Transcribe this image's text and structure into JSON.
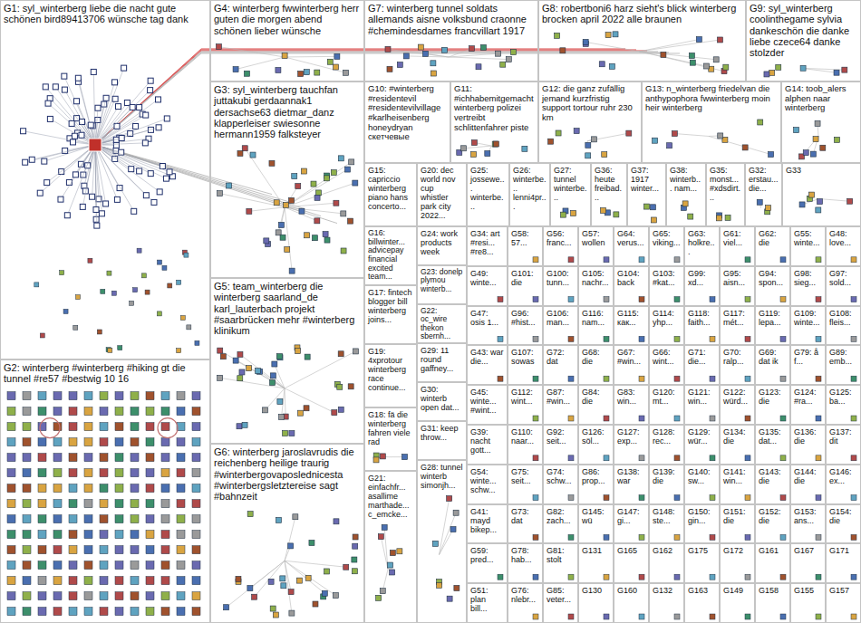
{
  "diagram": {
    "nodes": [
      {
        "text": [
          "G1: syl_winterberg liebe die nacht gute schönen bird89413706 wünsche tag dank"
        ]
      },
      {
        "text": [
          "G4: winterberg fwwinterberg herr guten die morgen abend schönen lieber wünsche"
        ]
      },
      {
        "text": [
          "G7: winterberg tunnel soldats allemands aisne volksbund craonne #chemindesdames francvillart 1917"
        ]
      },
      {
        "text": [
          "G8: robertboni6 harz sieht's blick winterberg brocken april 2022 alle braunen"
        ]
      },
      {
        "text": [
          "G9: syl_winterberg coolinthegame sylvia dankeschön die danke liebe czece64 danke stolzder"
        ]
      },
      {
        "text": [
          "G3: syl_winterberg tauchfan juttakubi gerdaannak1 dersachse63 dietmar_danz klapperleiser swiesonne hermann1959 falksteyer"
        ]
      },
      {
        "text": [
          "G10: #winterberg #residentevil #residentevilvillage #karlheisenberg honeydryan скетчевые"
        ]
      },
      {
        "text": [
          "G11: #ichhabemitgemacht winterberg polizei vertreibt schlittenfahrer piste"
        ]
      },
      {
        "text": [
          "G12: die ganz zufällig jemand kurzfristig support tortour ruhr 230 km"
        ]
      },
      {
        "text": [
          "G13: n_winterberg friedelvan die anthypophora fwwinterberg moin heir winterberg"
        ]
      },
      {
        "text": [
          "G14: toob_alers alphen naar winterberg"
        ]
      },
      {
        "text": [
          "G15: capriccio winterberg piano hans concerto..."
        ]
      },
      {
        "text": [
          "G20: dec world nov cup whistler park city 2022..."
        ]
      },
      {
        "text": [
          "G25: jossewe... winterbe..."
        ]
      },
      {
        "text": [
          "G26: winterbe... lenni4pr..."
        ]
      },
      {
        "text": [
          "G27: tunnel winterbe..."
        ]
      },
      {
        "text": [
          "G36: heute freibad..."
        ]
      },
      {
        "text": [
          "G37: 1917 winter..."
        ]
      },
      {
        "text": [
          "G38: winterb... nam..."
        ]
      },
      {
        "text": [
          "G35: monst... #xdsdirt..."
        ]
      },
      {
        "text": [
          "G32: erstau... die..."
        ]
      },
      {
        "text": [
          "G33"
        ]
      },
      {
        "text": [
          "G5: team_winterberg die winterberg saarland_de karl_lauterbach projekt #saarbrücken mehr #winterberg klinikum"
        ]
      },
      {
        "text": [
          "G16: billwinter... advicepay financial excited team..."
        ]
      },
      {
        "text": [
          "G24: work products week"
        ]
      },
      {
        "text": [
          "G17: fintech blogger bill winterberg joins..."
        ]
      },
      {
        "text": [
          "G23: donelp plymou winterb..."
        ]
      },
      {
        "text": [
          "G22: oc_wire thekon sbernh..."
        ]
      },
      {
        "text": [
          "G19: 4xprotour winterberg race continue..."
        ]
      },
      {
        "text": [
          "G29: 11 round gaffney..."
        ]
      },
      {
        "text": [
          "G30: winterb open dat..."
        ]
      },
      {
        "text": [
          "G18: fä die winterberg fahren viele rad"
        ]
      },
      {
        "text": [
          "G31: keep throw..."
        ]
      },
      {
        "text": [
          "G21: einfachfr... asallime marthade... c_emcke..."
        ]
      },
      {
        "text": [
          "G28: tunnel winterb simonjh..."
        ]
      },
      {
        "text": [
          "G2: winterberg #winterberg #hiking gt die tunnel #re57 #bestwig 10 16"
        ]
      },
      {
        "text": [
          "G6: winterberg jaroslavrudis die reichenberg heilige traurig #winterbergovaposlednicesta #winterbergsletztereise sagt #bahnzeit"
        ]
      },
      {
        "text": [
          "G34: art #resi... #re8..."
        ]
      },
      {
        "text": [
          "G58: 57..."
        ]
      },
      {
        "text": [
          "G56: franc..."
        ]
      },
      {
        "text": [
          "G57: wollen"
        ]
      },
      {
        "text": [
          "G64: verus..."
        ]
      },
      {
        "text": [
          "G65: viking..."
        ]
      },
      {
        "text": [
          "G63: holkre..."
        ]
      },
      {
        "text": [
          "G61: viel..."
        ]
      },
      {
        "text": [
          "G62: die"
        ]
      },
      {
        "text": [
          "G55: winte..."
        ]
      },
      {
        "text": [
          "G48: love..."
        ]
      },
      {
        "text": [
          "G49: winte..."
        ]
      },
      {
        "text": [
          "G101: die"
        ]
      },
      {
        "text": [
          "G100: tunn..."
        ]
      },
      {
        "text": [
          "G105: nachr..."
        ]
      },
      {
        "text": [
          "G104: back"
        ]
      },
      {
        "text": [
          "G103: #kat..."
        ]
      },
      {
        "text": [
          "G99: xd..."
        ]
      },
      {
        "text": [
          "G95: aisn..."
        ]
      },
      {
        "text": [
          "G94: spon..."
        ]
      },
      {
        "text": [
          "G98: sieg..."
        ]
      },
      {
        "text": [
          "G97: sold..."
        ]
      },
      {
        "text": [
          "G47: osis 1..."
        ]
      },
      {
        "text": [
          "G96: #hist..."
        ]
      },
      {
        "text": [
          "G106: man..."
        ]
      },
      {
        "text": [
          "G116: nam..."
        ]
      },
      {
        "text": [
          "G115: как..."
        ]
      },
      {
        "text": [
          "G114: yhp..."
        ]
      },
      {
        "text": [
          "G118: faith..."
        ]
      },
      {
        "text": [
          "G117: mét..."
        ]
      },
      {
        "text": [
          "G119: lepa..."
        ]
      },
      {
        "text": [
          "G109: winte..."
        ]
      },
      {
        "text": [
          "G108: fleis..."
        ]
      },
      {
        "text": [
          "G43: war die..."
        ]
      },
      {
        "text": [
          "G107: sowas"
        ]
      },
      {
        "text": [
          "G72: dat"
        ]
      },
      {
        "text": [
          "G68: die"
        ]
      },
      {
        "text": [
          "G67: #win..."
        ]
      },
      {
        "text": [
          "G66: wint..."
        ]
      },
      {
        "text": [
          "G71: die..."
        ]
      },
      {
        "text": [
          "G70: ralp..."
        ]
      },
      {
        "text": [
          "G69: dat ik"
        ]
      },
      {
        "text": [
          "G79: å f..."
        ]
      },
      {
        "text": [
          "G89: emb..."
        ]
      },
      {
        "text": [
          "G45: winte... #wint..."
        ]
      },
      {
        "text": [
          "G112: wint..."
        ]
      },
      {
        "text": [
          "G87: #win..."
        ]
      },
      {
        "text": [
          "G84: die"
        ]
      },
      {
        "text": [
          "G83: win..."
        ]
      },
      {
        "text": [
          "G120: mt..."
        ]
      },
      {
        "text": [
          "G121: win..."
        ]
      },
      {
        "text": [
          "G122: würd..."
        ]
      },
      {
        "text": [
          "G123: die"
        ]
      },
      {
        "text": [
          "G124: #ra..."
        ]
      },
      {
        "text": [
          "G125: ba..."
        ]
      },
      {
        "text": [
          "G39: nacht gott..."
        ]
      },
      {
        "text": [
          "G110: naar..."
        ]
      },
      {
        "text": [
          "G92: seit..."
        ]
      },
      {
        "text": [
          "G126: söl..."
        ]
      },
      {
        "text": [
          "G127: exp..."
        ]
      },
      {
        "text": [
          "G128: rec..."
        ]
      },
      {
        "text": [
          "G129: wür..."
        ]
      },
      {
        "text": [
          "G134: die"
        ]
      },
      {
        "text": [
          "G135: dat..."
        ]
      },
      {
        "text": [
          "G136: die"
        ]
      },
      {
        "text": [
          "G137: dit"
        ]
      },
      {
        "text": [
          "G54: winte... schw..."
        ]
      },
      {
        "text": [
          "G75: seit..."
        ]
      },
      {
        "text": [
          "G74: schw..."
        ]
      },
      {
        "text": [
          "G86: prop..."
        ]
      },
      {
        "text": [
          "G138: war"
        ]
      },
      {
        "text": [
          "G139: die"
        ]
      },
      {
        "text": [
          "G140: sw..."
        ]
      },
      {
        "text": [
          "G141: win..."
        ]
      },
      {
        "text": [
          "G143: die"
        ]
      },
      {
        "text": [
          "G144: die"
        ]
      },
      {
        "text": [
          "G146: ex..."
        ]
      },
      {
        "text": [
          "G41: mayd bikep..."
        ]
      },
      {
        "text": [
          "G73: dat"
        ]
      },
      {
        "text": [
          "G82: zach..."
        ]
      },
      {
        "text": [
          "G145: wü"
        ]
      },
      {
        "text": [
          "G147: gi..."
        ]
      },
      {
        "text": [
          "G148: ste..."
        ]
      },
      {
        "text": [
          "G150: gin..."
        ]
      },
      {
        "text": [
          "G151: die"
        ]
      },
      {
        "text": [
          "G152: die"
        ]
      },
      {
        "text": [
          "G153: ans..."
        ]
      },
      {
        "text": [
          "G154: die"
        ]
      },
      {
        "text": [
          "G59: pred..."
        ]
      },
      {
        "text": [
          "G78: hab..."
        ]
      },
      {
        "text": [
          "G81: stolt"
        ]
      },
      {
        "text": [
          "G131"
        ]
      },
      {
        "text": [
          "G165"
        ]
      },
      {
        "text": [
          "G162"
        ]
      },
      {
        "text": [
          "G175"
        ]
      },
      {
        "text": [
          "G172"
        ]
      },
      {
        "text": [
          "G161"
        ]
      },
      {
        "text": [
          "G167"
        ]
      },
      {
        "text": [
          "G171"
        ]
      },
      {
        "text": [
          "G51: plan bill..."
        ]
      },
      {
        "text": [
          "G76: nlebr..."
        ]
      },
      {
        "text": [
          "G85: veter..."
        ]
      },
      {
        "text": [
          "G130"
        ]
      },
      {
        "text": [
          "G160"
        ]
      },
      {
        "text": [
          "G132"
        ]
      },
      {
        "text": [
          "G163"
        ]
      },
      {
        "text": [
          "G149"
        ]
      },
      {
        "text": [
          "G158"
        ]
      },
      {
        "text": [
          "G155"
        ]
      },
      {
        "text": [
          "G157"
        ]
      }
    ]
  }
}
